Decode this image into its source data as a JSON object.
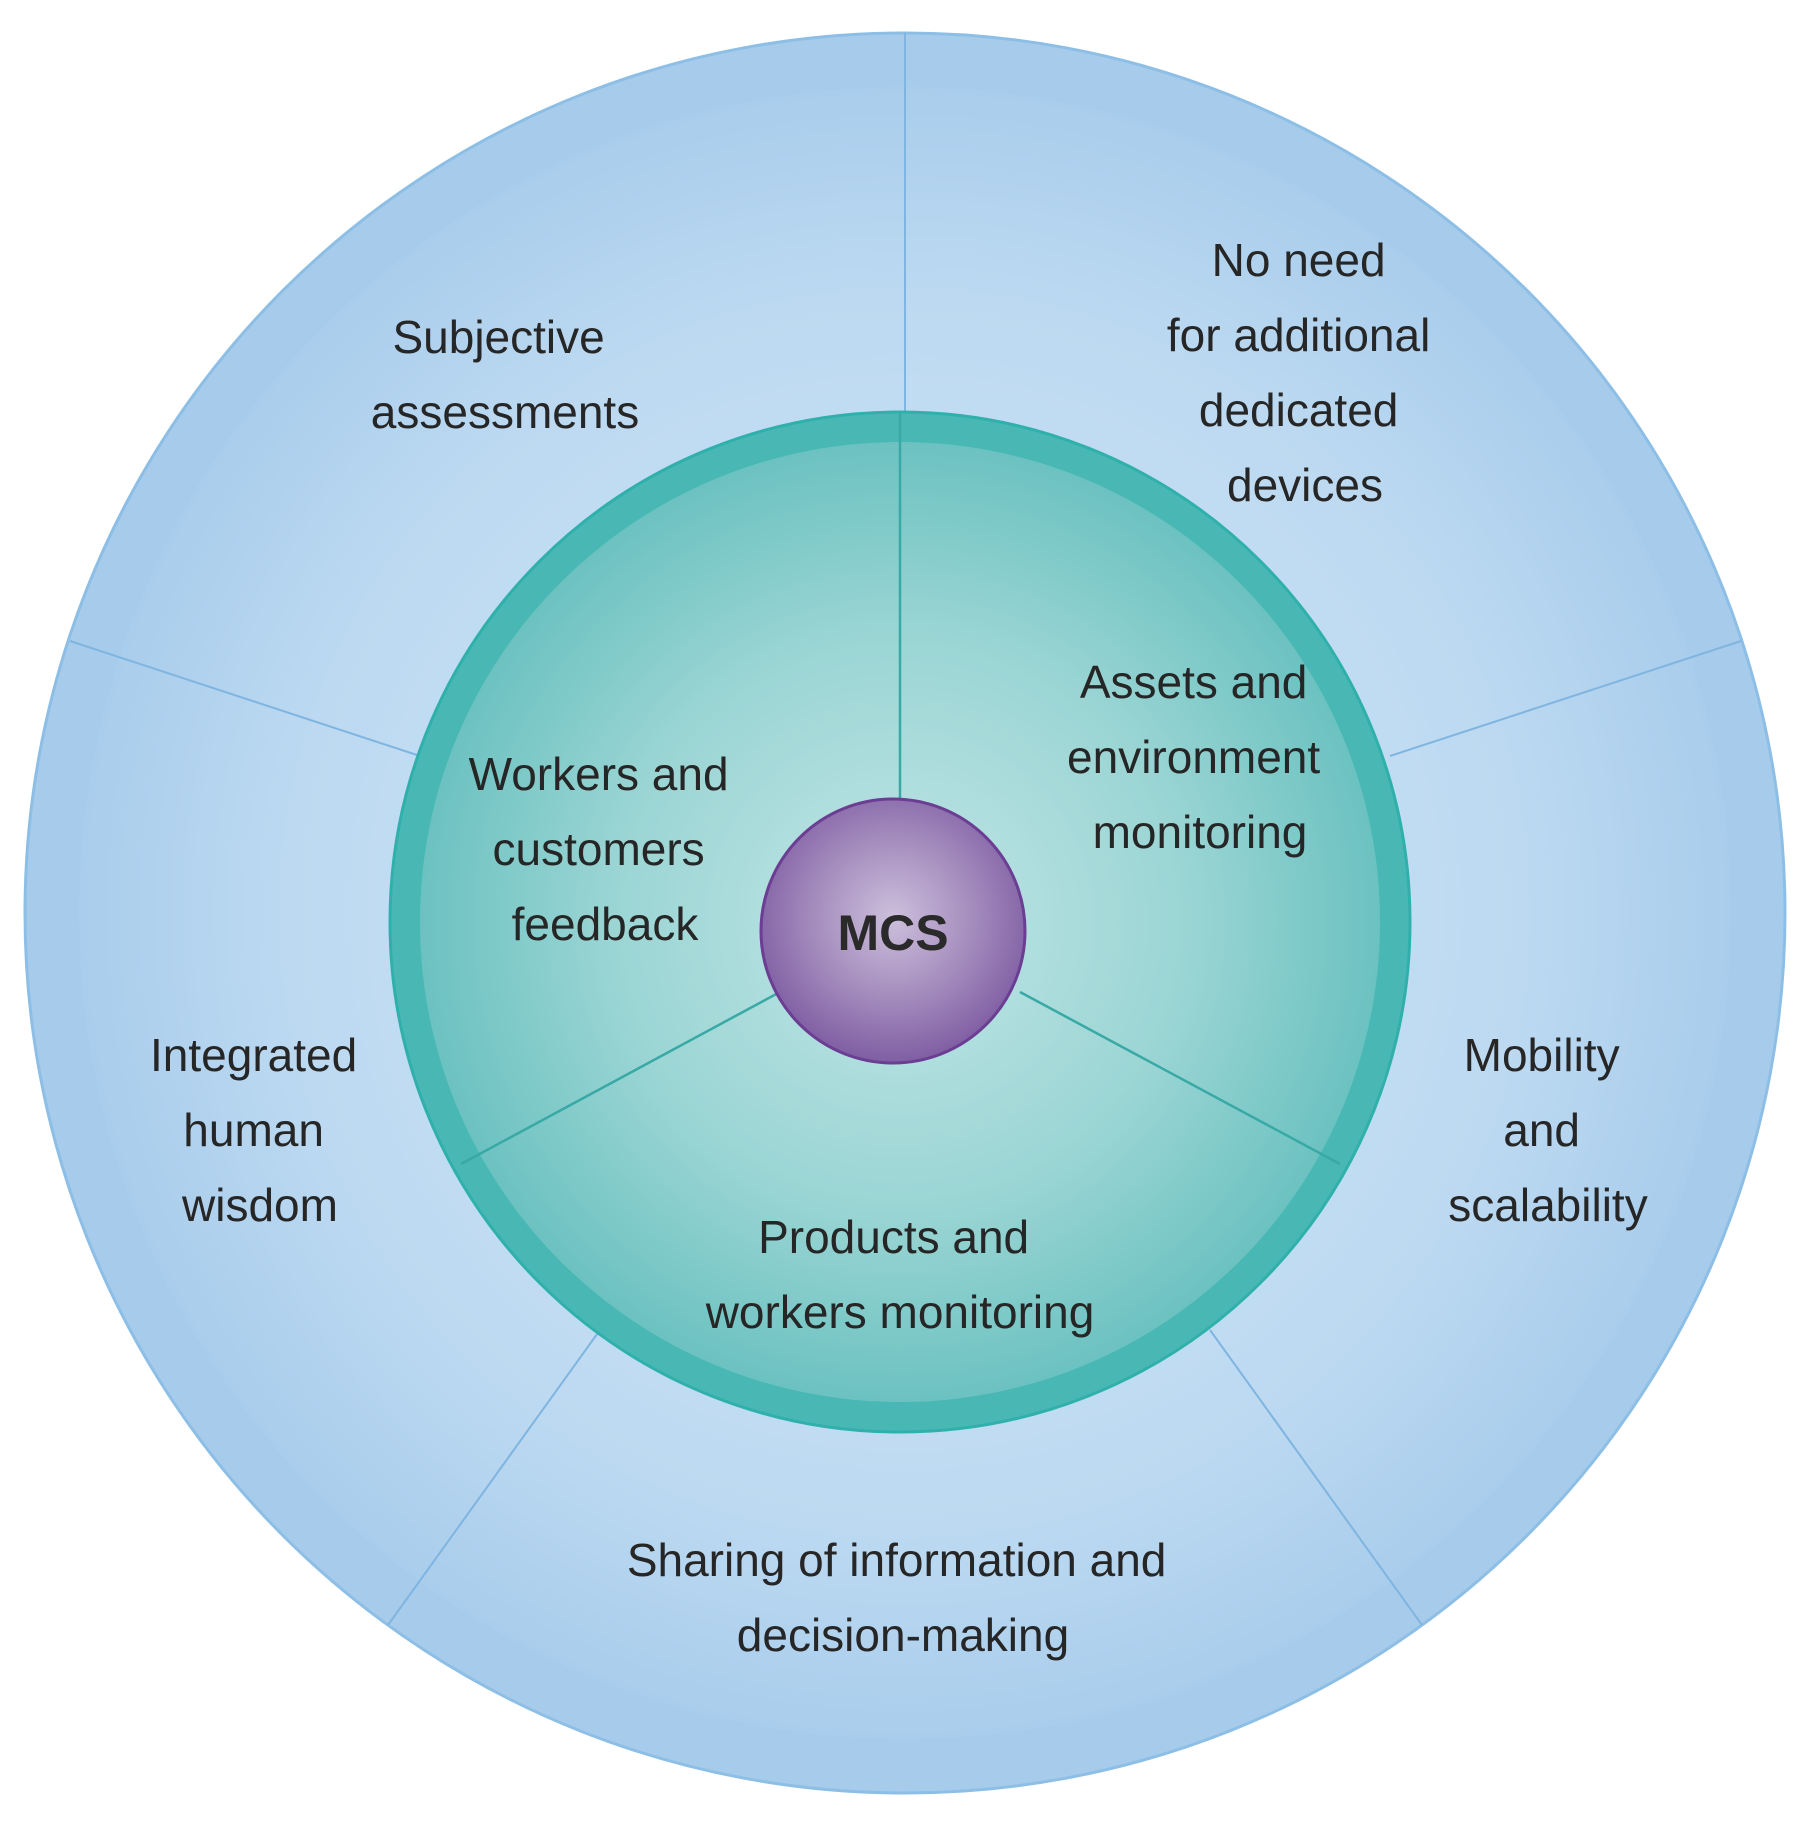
{
  "diagram": {
    "center_label": "MCS",
    "inner_segments": [
      {
        "id": "workers-customers-feedback",
        "lines": [
          "Workers and",
          "customers",
          "feedback"
        ]
      },
      {
        "id": "assets-environment-monitoring",
        "lines": [
          "Assets and",
          "environment",
          "monitoring"
        ]
      },
      {
        "id": "products-workers-monitoring",
        "lines": [
          "Products and",
          "workers monitoring"
        ]
      }
    ],
    "outer_segments": [
      {
        "id": "subjective-assessments",
        "lines": [
          "Subjective",
          "assessments"
        ]
      },
      {
        "id": "no-need-dedicated-devices",
        "lines": [
          "No need",
          "for additional",
          "dedicated",
          "devices"
        ]
      },
      {
        "id": "mobility-scalability",
        "lines": [
          "Mobility",
          "and",
          "scalability"
        ]
      },
      {
        "id": "sharing-information",
        "lines": [
          "Sharing of information and",
          "decision-making"
        ]
      },
      {
        "id": "integrated-human-wisdom",
        "lines": [
          "Integrated",
          "human",
          "wisdom"
        ]
      }
    ],
    "colors": {
      "outer_ring": "#b4d4ef",
      "outer_edge": "#8dbfe6",
      "inner_circle": "#7ccaca",
      "inner_edge": "#2fb0ab",
      "center_circle": "#9a7fb3",
      "center_edge": "#6b3d93"
    }
  }
}
